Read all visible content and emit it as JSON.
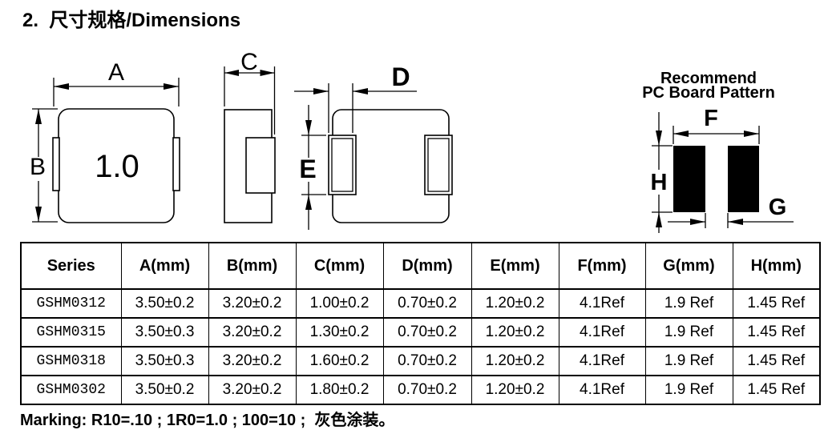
{
  "page": {
    "title": "2.  尺寸规格/Dimensions"
  },
  "drawing": {
    "part_marking": "1.0",
    "labels": {
      "A": "A",
      "B": "B",
      "C": "C",
      "D": "D",
      "E": "E",
      "F": "F",
      "G": "G",
      "H": "H"
    },
    "pcb_pattern_title_line1": "Recommend",
    "pcb_pattern_title_line2": "PC Board Pattern"
  },
  "table": {
    "headers": [
      "Series",
      "A(mm)",
      "B(mm)",
      "C(mm)",
      "D(mm)",
      "E(mm)",
      "F(mm)",
      "G(mm)",
      "H(mm)"
    ],
    "rows": [
      [
        "GSHM0312",
        "3.50±0.2",
        "3.20±0.2",
        "1.00±0.2",
        "0.70±0.2",
        "1.20±0.2",
        "4.1Ref",
        "1.9 Ref",
        "1.45 Ref"
      ],
      [
        "GSHM0315",
        "3.50±0.3",
        "3.20±0.2",
        "1.30±0.2",
        "0.70±0.2",
        "1.20±0.2",
        "4.1Ref",
        "1.9 Ref",
        "1.45 Ref"
      ],
      [
        "GSHM0318",
        "3.50±0.3",
        "3.20±0.2",
        "1.60±0.2",
        "0.70±0.2",
        "1.20±0.2",
        "4.1Ref",
        "1.9 Ref",
        "1.45 Ref"
      ],
      [
        "GSHM0302",
        "3.50±0.2",
        "3.20±0.2",
        "1.80±0.2",
        "0.70±0.2",
        "1.20±0.2",
        "4.1Ref",
        "1.9 Ref",
        "1.45 Ref"
      ]
    ]
  },
  "marking_note": "Marking: R10=.10 ; 1R0=1.0 ; 100=10 ;  灰色涂装。",
  "colors": {
    "ink": "#000000",
    "paper": "#ffffff"
  }
}
